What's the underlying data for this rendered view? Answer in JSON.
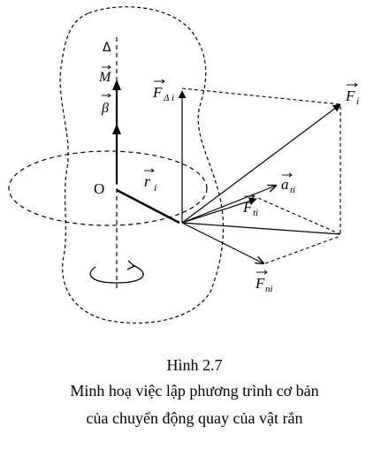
{
  "labels": {
    "delta": "Δ",
    "M": "M",
    "beta": "β",
    "origin": "O",
    "r": "r",
    "r_sub": "i",
    "F_delta": "F",
    "F_delta_sub": "Δ i",
    "F": "F",
    "F_sub": "i",
    "a": "a",
    "a_sub": "ti",
    "Ft": "F",
    "Ft_sub": "ti",
    "Fn": "F",
    "Fn_sub": "ni"
  },
  "caption": {
    "title": "Hình 2.7",
    "line1": "Minh hoạ việc lập phương trình cơ bản",
    "line2": "của chuyển động quay của vật rắn"
  }
}
